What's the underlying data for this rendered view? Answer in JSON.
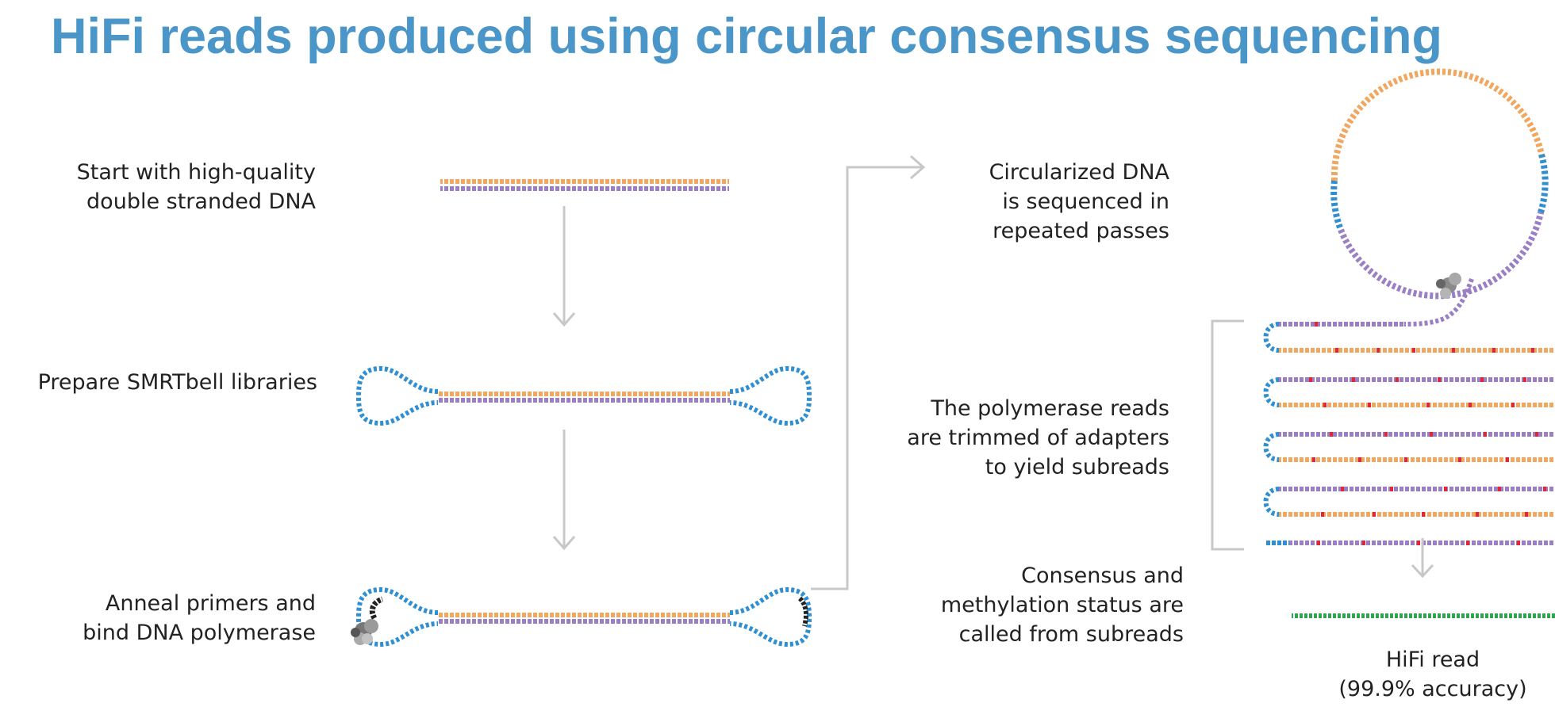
{
  "title": "HiFi reads produced using circular consensus sequencing",
  "steps": {
    "start": [
      "Start with high-quality",
      "double stranded DNA"
    ],
    "prepare": [
      "Prepare SMRTbell libraries"
    ],
    "anneal": [
      "Anneal primers and",
      "bind DNA polymerase"
    ],
    "circularized": [
      "Circularized DNA",
      "is sequenced in",
      "repeated passes"
    ],
    "trimmed": [
      "The polymerase reads",
      "are trimmed of adapters",
      "to yield subreads"
    ],
    "consensus": [
      "Consensus and",
      "methylation status are",
      "called from subreads"
    ],
    "hifi": [
      "HiFi read",
      "(99.9% accuracy)"
    ]
  },
  "colors": {
    "title": "#4a96c8",
    "strand_orange": "#f0a860",
    "strand_purple": "#9b7fc4",
    "adapter_blue": "#2f8fd0",
    "arrow_gray": "#c8c8c8",
    "hifi_green": "#2ea44f",
    "error_red": "#e2263a",
    "polymerase": "#8a8a8a"
  }
}
